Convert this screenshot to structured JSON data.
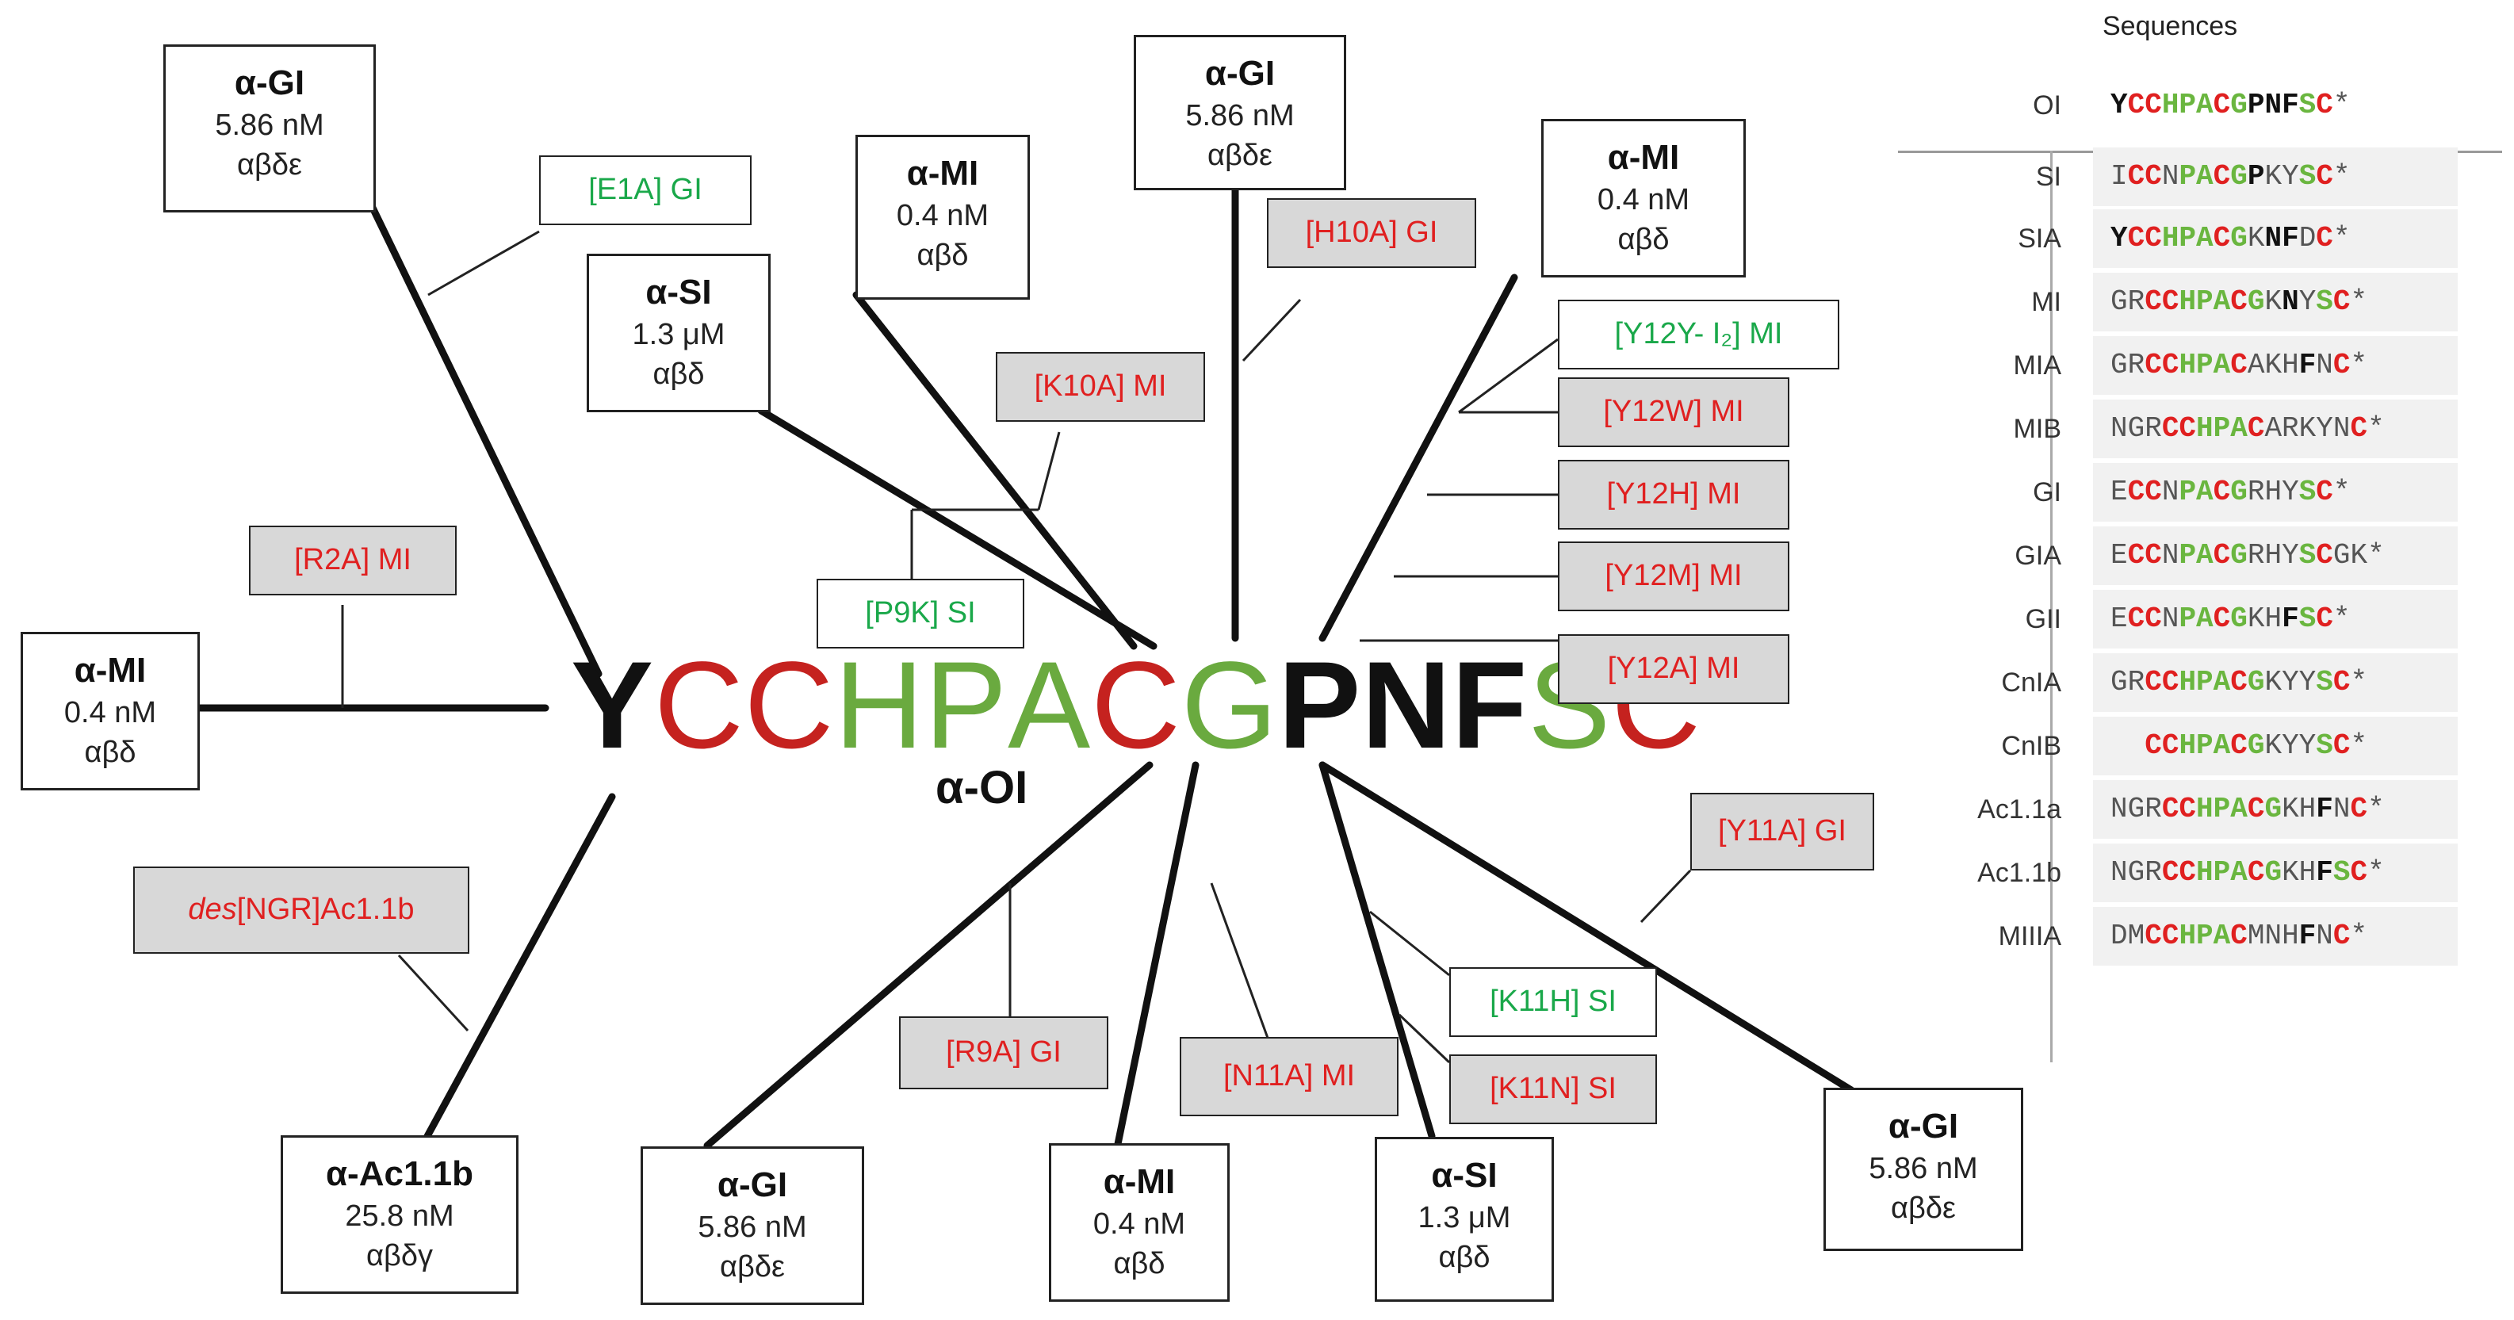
{
  "central": {
    "label": "α-OI",
    "residues": [
      {
        "ch": "Y",
        "c": "black"
      },
      {
        "ch": "C",
        "c": "red"
      },
      {
        "ch": "C",
        "c": "red"
      },
      {
        "ch": "H",
        "c": "green"
      },
      {
        "ch": "P",
        "c": "green"
      },
      {
        "ch": "A",
        "c": "green"
      },
      {
        "ch": "C",
        "c": "red"
      },
      {
        "ch": "G",
        "c": "green"
      },
      {
        "ch": "P",
        "c": "black"
      },
      {
        "ch": "N",
        "c": "black"
      },
      {
        "ch": "F",
        "c": "black"
      },
      {
        "ch": "S",
        "c": "green"
      },
      {
        "ch": "C",
        "c": "red"
      },
      {
        "ch": "*",
        "c": "star"
      }
    ]
  },
  "nodes": [
    {
      "name": "α-GI",
      "affinity": "5.86 nM",
      "subunits": "αβδε"
    },
    {
      "name": "α-MI",
      "affinity": "0.4 nM",
      "subunits": "αβδ"
    },
    {
      "name": "α-SI",
      "affinity": "1.3 μM",
      "subunits": "αβδ"
    },
    {
      "name": "α-GI",
      "affinity": "5.86 nM",
      "subunits": "αβδε"
    },
    {
      "name": "α-MI",
      "affinity": "0.4 nM",
      "subunits": "αβδ"
    },
    {
      "name": "α-MI",
      "affinity": "0.4 nM",
      "subunits": "αβδ"
    },
    {
      "name": "α-Ac1.1b",
      "affinity": "25.8 nM",
      "subunits": "αβδγ"
    },
    {
      "name": "α-GI",
      "affinity": "5.86 nM",
      "subunits": "αβδε"
    },
    {
      "name": "α-MI",
      "affinity": "0.4 nM",
      "subunits": "αβδ"
    },
    {
      "name": "α-SI",
      "affinity": "1.3 μM",
      "subunits": "αβδ"
    },
    {
      "name": "α-GI",
      "affinity": "5.86 nM",
      "subunits": "αβδε"
    }
  ],
  "mutants": [
    {
      "label": "[E1A] GI",
      "color": "green"
    },
    {
      "label": "[H10A] GI",
      "color": "red"
    },
    {
      "label": "[K10A] MI",
      "color": "red"
    },
    {
      "label": "[Y12Y- I₂] MI",
      "color": "green"
    },
    {
      "label": "[Y12W] MI",
      "color": "red"
    },
    {
      "label": "[Y12H] MI",
      "color": "red"
    },
    {
      "label": "[Y12M] MI",
      "color": "red"
    },
    {
      "label": "[Y12A] MI",
      "color": "red"
    },
    {
      "label": "[R2A] MI",
      "color": "red"
    },
    {
      "label": "[P9K] SI",
      "color": "green"
    },
    {
      "label_italic": "des",
      "label_rest": "[NGR]Ac1.1b",
      "color": "red"
    },
    {
      "label": "[Y11A] GI",
      "color": "red"
    },
    {
      "label": "[K11H] SI",
      "color": "green"
    },
    {
      "label": "[K11N] SI",
      "color": "red"
    },
    {
      "label": "[R9A] GI",
      "color": "red"
    },
    {
      "label": "[N11A] MI",
      "color": "red"
    }
  ],
  "sequences": {
    "title": "Sequences",
    "rows": [
      {
        "name": "OI",
        "seq": [
          [
            "b",
            "Y"
          ],
          [
            "r",
            "CC"
          ],
          [
            "g",
            "HPA"
          ],
          [
            "r",
            "C"
          ],
          [
            "g",
            "G"
          ],
          [
            "b",
            "PNF"
          ],
          [
            "g",
            "S"
          ],
          [
            "r",
            "C"
          ],
          [
            "n",
            "*"
          ]
        ]
      },
      {
        "name": "SI",
        "seq": [
          [
            "n",
            "I"
          ],
          [
            "r",
            "CC"
          ],
          [
            "n",
            "N"
          ],
          [
            "g",
            "PA"
          ],
          [
            "r",
            "C"
          ],
          [
            "g",
            "G"
          ],
          [
            "b",
            "P"
          ],
          [
            "n",
            "KY"
          ],
          [
            "g",
            "S"
          ],
          [
            "r",
            "C"
          ],
          [
            "n",
            "*"
          ]
        ]
      },
      {
        "name": "SIA",
        "seq": [
          [
            "b",
            "Y"
          ],
          [
            "r",
            "CC"
          ],
          [
            "g",
            "HPA"
          ],
          [
            "r",
            "C"
          ],
          [
            "g",
            "G"
          ],
          [
            "n",
            "K"
          ],
          [
            "b",
            "NF"
          ],
          [
            "n",
            "D"
          ],
          [
            "r",
            "C"
          ],
          [
            "n",
            "*"
          ]
        ]
      },
      {
        "name": "MI",
        "seq": [
          [
            "n",
            "GR"
          ],
          [
            "r",
            "CC"
          ],
          [
            "g",
            "HPA"
          ],
          [
            "r",
            "C"
          ],
          [
            "g",
            "G"
          ],
          [
            "n",
            "K"
          ],
          [
            "b",
            "N"
          ],
          [
            "n",
            "Y"
          ],
          [
            "g",
            "S"
          ],
          [
            "r",
            "C"
          ],
          [
            "n",
            "*"
          ]
        ]
      },
      {
        "name": "MIA",
        "seq": [
          [
            "n",
            "GR"
          ],
          [
            "r",
            "CC"
          ],
          [
            "g",
            "HPA"
          ],
          [
            "r",
            "C"
          ],
          [
            "n",
            "AKH"
          ],
          [
            "b",
            "F"
          ],
          [
            "n",
            "N"
          ],
          [
            "r",
            "C"
          ],
          [
            "n",
            "*"
          ]
        ]
      },
      {
        "name": "MIB",
        "seq": [
          [
            "n",
            "NGR"
          ],
          [
            "r",
            "CC"
          ],
          [
            "g",
            "HPA"
          ],
          [
            "r",
            "C"
          ],
          [
            "n",
            "ARKYN"
          ],
          [
            "r",
            "C"
          ],
          [
            "n",
            "*"
          ]
        ]
      },
      {
        "name": "GI",
        "seq": [
          [
            "n",
            "E"
          ],
          [
            "r",
            "CC"
          ],
          [
            "n",
            "N"
          ],
          [
            "g",
            "PA"
          ],
          [
            "r",
            "C"
          ],
          [
            "g",
            "G"
          ],
          [
            "n",
            "RHY"
          ],
          [
            "g",
            "S"
          ],
          [
            "r",
            "C"
          ],
          [
            "n",
            "*"
          ]
        ]
      },
      {
        "name": "GIA",
        "seq": [
          [
            "n",
            "E"
          ],
          [
            "r",
            "CC"
          ],
          [
            "n",
            "N"
          ],
          [
            "g",
            "PA"
          ],
          [
            "r",
            "C"
          ],
          [
            "g",
            "G"
          ],
          [
            "n",
            "RHY"
          ],
          [
            "g",
            "S"
          ],
          [
            "r",
            "C"
          ],
          [
            "n",
            "GK*"
          ]
        ]
      },
      {
        "name": "GII",
        "seq": [
          [
            "n",
            "E"
          ],
          [
            "r",
            "CC"
          ],
          [
            "n",
            "N"
          ],
          [
            "g",
            "PA"
          ],
          [
            "r",
            "C"
          ],
          [
            "g",
            "G"
          ],
          [
            "n",
            "KH"
          ],
          [
            "b",
            "F"
          ],
          [
            "g",
            "S"
          ],
          [
            "r",
            "C"
          ],
          [
            "n",
            "*"
          ]
        ]
      },
      {
        "name": "CnIA",
        "seq": [
          [
            "n",
            "GR"
          ],
          [
            "r",
            "CC"
          ],
          [
            "g",
            "HPA"
          ],
          [
            "r",
            "C"
          ],
          [
            "g",
            "G"
          ],
          [
            "n",
            "KYY"
          ],
          [
            "g",
            "S"
          ],
          [
            "r",
            "C"
          ],
          [
            "n",
            "*"
          ]
        ]
      },
      {
        "name": "CnIB",
        "seq": [
          [
            "n",
            "  "
          ],
          [
            "r",
            "CC"
          ],
          [
            "g",
            "HPA"
          ],
          [
            "r",
            "C"
          ],
          [
            "g",
            "G"
          ],
          [
            "n",
            "KYY"
          ],
          [
            "g",
            "S"
          ],
          [
            "r",
            "C"
          ],
          [
            "n",
            "*"
          ]
        ]
      },
      {
        "name": "Ac1.1a",
        "seq": [
          [
            "n",
            "NGR"
          ],
          [
            "r",
            "CC"
          ],
          [
            "g",
            "HPA"
          ],
          [
            "r",
            "C"
          ],
          [
            "g",
            "G"
          ],
          [
            "n",
            "KH"
          ],
          [
            "b",
            "F"
          ],
          [
            "n",
            "N"
          ],
          [
            "r",
            "C"
          ],
          [
            "n",
            "*"
          ]
        ]
      },
      {
        "name": "Ac1.1b",
        "seq": [
          [
            "n",
            "NGR"
          ],
          [
            "r",
            "CC"
          ],
          [
            "g",
            "HPA"
          ],
          [
            "r",
            "C"
          ],
          [
            "g",
            "G"
          ],
          [
            "n",
            "KH"
          ],
          [
            "b",
            "F"
          ],
          [
            "g",
            "S"
          ],
          [
            "r",
            "C"
          ],
          [
            "n",
            "*"
          ]
        ]
      },
      {
        "name": "MIIIA",
        "seq": [
          [
            "n",
            "DM"
          ],
          [
            "r",
            "CC"
          ],
          [
            "g",
            "HPA"
          ],
          [
            "r",
            "C"
          ],
          [
            "n",
            "MNH"
          ],
          [
            "b",
            "F"
          ],
          [
            "n",
            "N"
          ],
          [
            "r",
            "C"
          ],
          [
            "n",
            "*"
          ]
        ]
      }
    ]
  }
}
